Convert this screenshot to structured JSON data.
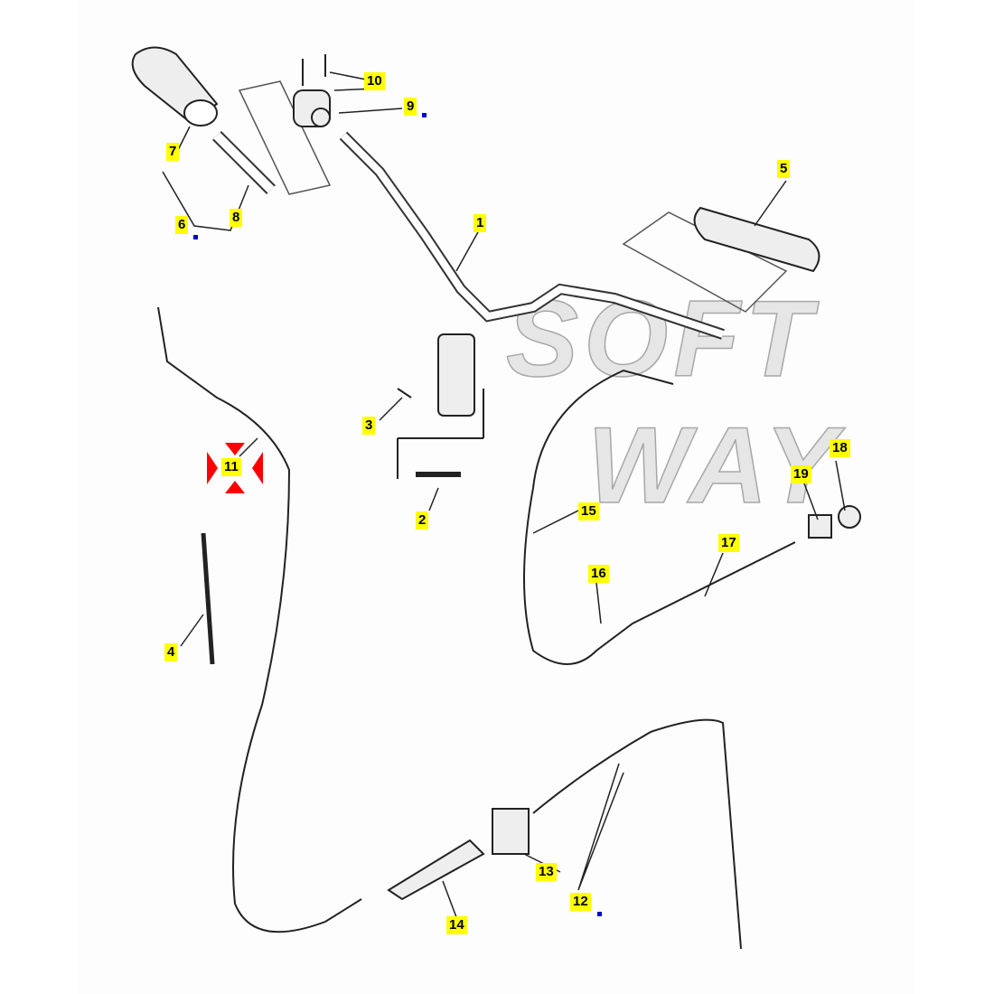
{
  "watermark": {
    "line1": "SOFT",
    "line2": "WAY"
  },
  "callouts": [
    {
      "id": "1",
      "label": "1"
    },
    {
      "id": "2",
      "label": "2"
    },
    {
      "id": "3",
      "label": "3"
    },
    {
      "id": "4",
      "label": "4"
    },
    {
      "id": "5",
      "label": "5"
    },
    {
      "id": "6",
      "label": "6"
    },
    {
      "id": "7",
      "label": "7"
    },
    {
      "id": "8",
      "label": "8"
    },
    {
      "id": "9",
      "label": "9"
    },
    {
      "id": "10",
      "label": "10"
    },
    {
      "id": "11",
      "label": "11"
    },
    {
      "id": "12",
      "label": "12"
    },
    {
      "id": "13",
      "label": "13"
    },
    {
      "id": "14",
      "label": "14"
    },
    {
      "id": "15",
      "label": "15"
    },
    {
      "id": "16",
      "label": "16"
    },
    {
      "id": "17",
      "label": "17"
    },
    {
      "id": "18",
      "label": "18"
    },
    {
      "id": "19",
      "label": "19"
    }
  ],
  "colors": {
    "label_bg": "#ffff00",
    "selected_marker": "#ff0000",
    "note_marker": "#0000cc"
  }
}
